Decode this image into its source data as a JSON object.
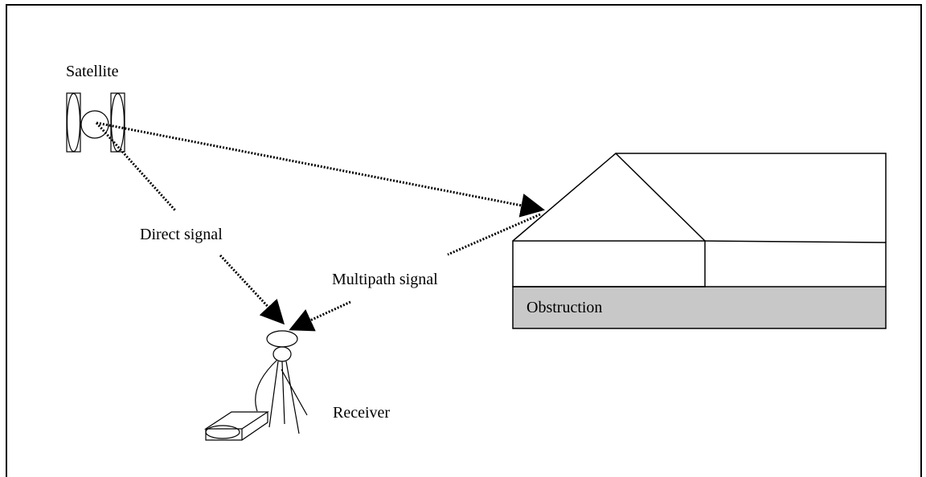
{
  "labels": {
    "satellite": "Satellite",
    "direct_signal": "Direct signal",
    "multipath_signal": "Multipath signal",
    "obstruction": "Obstruction",
    "receiver": "Receiver"
  },
  "colors": {
    "obstruction_fill": "#c8c8c8",
    "stroke": "#000000"
  }
}
